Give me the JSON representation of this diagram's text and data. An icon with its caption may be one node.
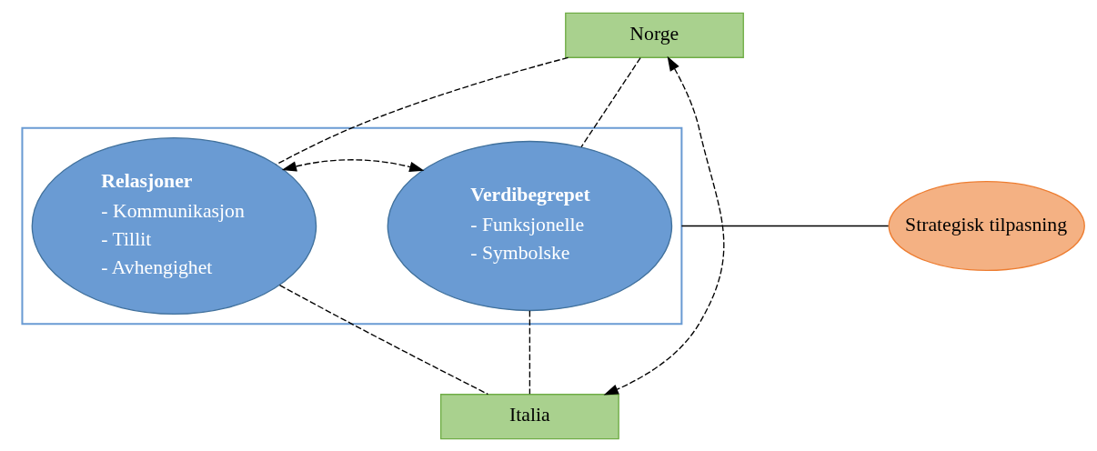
{
  "diagram": {
    "nodes": [
      {
        "text": [
          "Norge"
        ]
      },
      {
        "text": [],
        "shape": "box"
      },
      {
        "text": [
          "Relasjoner",
          "- Kommunikasjon",
          "- Tillit",
          "- Avhengighet"
        ],
        "in": 1
      },
      {
        "text": [
          "Verdibegrepet",
          "- Funksjonelle",
          "- Symbolske"
        ],
        "in": 1
      },
      {
        "text": [
          "Strategisk tilpasning"
        ]
      },
      {
        "text": [
          "Italia"
        ]
      }
    ],
    "edges": [
      {
        "from": 0,
        "to": 2,
        "arrow": "none",
        "style": "dashed"
      },
      {
        "from": 0,
        "to": 3,
        "arrow": "none",
        "style": "dashed"
      },
      {
        "from": 0,
        "to": 5,
        "arrow": "both",
        "style": "dashed"
      },
      {
        "from": 2,
        "to": 3,
        "arrow": "both",
        "style": "dashed"
      },
      {
        "from": 1,
        "to": 4,
        "arrow": "none"
      },
      {
        "from": 2,
        "to": 5,
        "arrow": "none",
        "style": "dashed"
      },
      {
        "from": 3,
        "to": 5,
        "arrow": "none",
        "style": "dashed"
      }
    ]
  }
}
